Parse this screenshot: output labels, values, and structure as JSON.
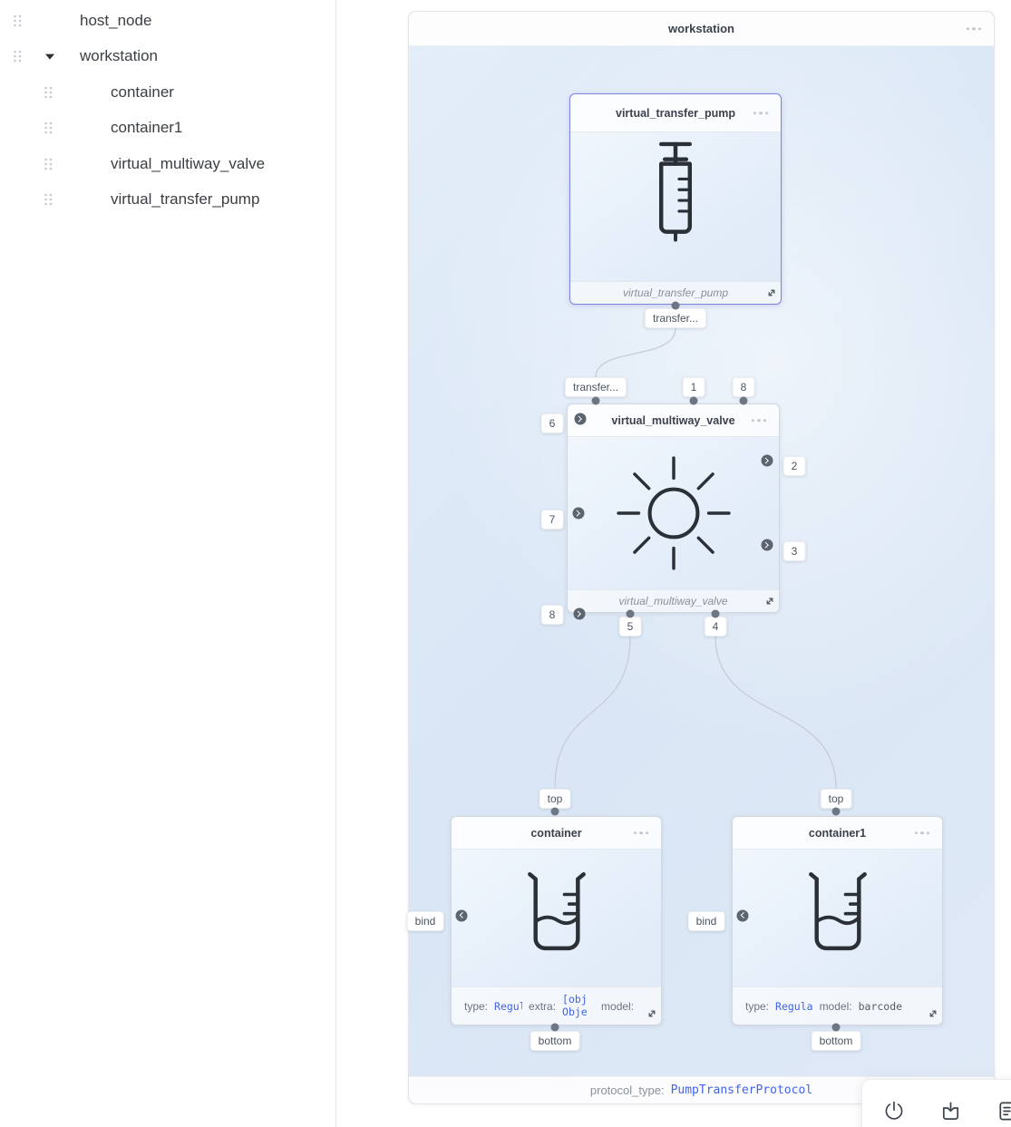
{
  "sidebar": {
    "items": [
      {
        "label": "host_node"
      },
      {
        "label": "workstation"
      },
      {
        "label": "container"
      },
      {
        "label": "container1"
      },
      {
        "label": "virtual_multiway_valve"
      },
      {
        "label": "virtual_transfer_pump"
      }
    ]
  },
  "canvas": {
    "group": {
      "title": "workstation",
      "footer_label": "protocol_type:",
      "footer_value": "PumpTransferProtocol"
    },
    "pump": {
      "title": "virtual_transfer_pump",
      "footer": "virtual_transfer_pump",
      "port_bottom": "transfer..."
    },
    "valve": {
      "title": "virtual_multiway_valve",
      "footer": "virtual_multiway_valve",
      "ports": {
        "top": [
          "transfer...",
          "1",
          "8"
        ],
        "left": [
          "6",
          "7",
          "8"
        ],
        "right": [
          "2",
          "3"
        ],
        "bottom": [
          "5",
          "4"
        ]
      }
    },
    "container": {
      "title": "container",
      "port_top": "top",
      "port_left": "bind",
      "port_bottom": "bottom",
      "fields": {
        "type_label": "type:",
        "type_value": "Regul",
        "extra_label": "extra:",
        "extra_value": "[obj Obje",
        "model_label": "model:"
      }
    },
    "container1": {
      "title": "container1",
      "port_top": "top",
      "port_left": "bind",
      "port_bottom": "bottom",
      "fields": {
        "type_label": "type:",
        "type_value": "Regula",
        "model_label": "model:",
        "model_value": "barcode"
      }
    }
  },
  "toolbar": {
    "icons": [
      "power-icon",
      "import-icon",
      "document-icon"
    ]
  },
  "colors": {
    "accent_blue": "#4263eb",
    "selected_border": "#7d85d9",
    "canvas_blue": "#dde9f7"
  }
}
